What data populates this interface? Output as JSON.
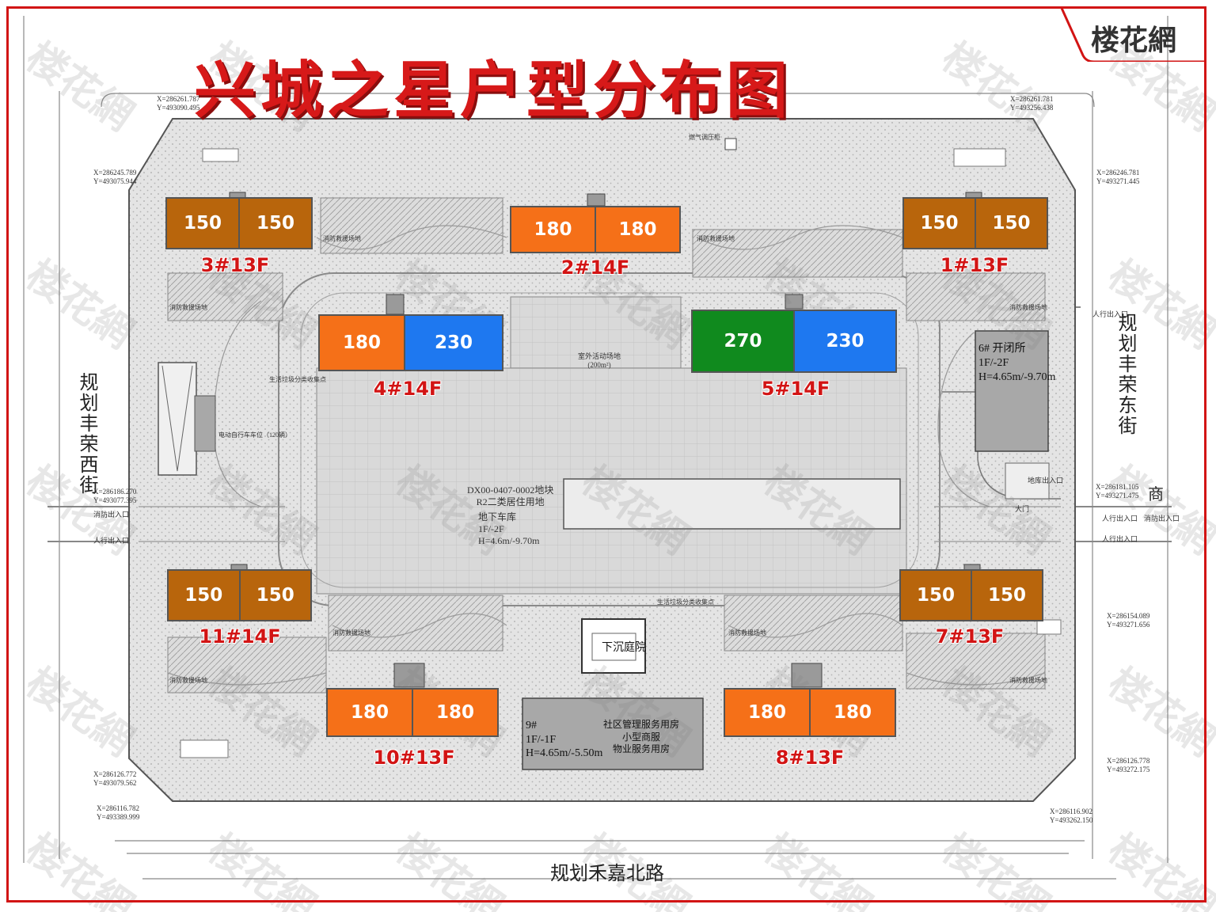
{
  "title": "兴城之星户型分布图",
  "logo": "楼花網",
  "watermark": "楼花網",
  "roads": {
    "west": "规划丰荣西街",
    "east": "规划丰荣东街",
    "south": "规划禾嘉北路",
    "east_short": "商"
  },
  "buildings": [
    {
      "name": "b3",
      "label": "3#13F",
      "units": [
        {
          "v": "150"
        },
        {
          "v": "150"
        }
      ]
    },
    {
      "name": "b2",
      "label": "2#14F",
      "units": [
        {
          "v": "180"
        },
        {
          "v": "180"
        }
      ]
    },
    {
      "name": "b1",
      "label": "1#13F",
      "units": [
        {
          "v": "150"
        },
        {
          "v": "150"
        }
      ]
    },
    {
      "name": "b4",
      "label": "4#14F",
      "units": [
        {
          "v": "180"
        },
        {
          "v": "230"
        }
      ]
    },
    {
      "name": "b5",
      "label": "5#14F",
      "units": [
        {
          "v": "270"
        },
        {
          "v": "230"
        }
      ]
    },
    {
      "name": "b11",
      "label": "11#14F",
      "units": [
        {
          "v": "150"
        },
        {
          "v": "150"
        }
      ]
    },
    {
      "name": "b7",
      "label": "7#13F",
      "units": [
        {
          "v": "150"
        },
        {
          "v": "150"
        }
      ]
    },
    {
      "name": "b10",
      "label": "10#13F",
      "units": [
        {
          "v": "180"
        },
        {
          "v": "180"
        }
      ]
    },
    {
      "name": "b8",
      "label": "8#13F",
      "units": [
        {
          "v": "180"
        },
        {
          "v": "180"
        }
      ]
    }
  ],
  "colors": {
    "brown": "#b8650c",
    "orange": "#f57018",
    "blue": "#1e78f0",
    "green": "#108a1e",
    "frame_red": "#d21414"
  },
  "annotations": {
    "b6_text": "6# 开闭所\n1F/-2F\nH=4.65m/-9.70m",
    "b9_text": "9#\n1F/-1F\nH=4.65m/-5.50m",
    "b9_uses": "社区管理服务用房\n小型商服\n物业服务用房",
    "sunken_court": "下沉庭院",
    "plot_text": "DX00-0407-0002地块\nR2二类居住用地",
    "garage_text": "地下车库\n1F/-2F\nH=4.6m/-9.70m",
    "coord_nw": "X=286261.787\nY=493090.495",
    "coord_ne": "X=286261.781\nY=493256.438",
    "coord_w1": "X=286245.789\nY=493075.944",
    "coord_e1": "X=286246.781\nY=493271.445",
    "coord_w2": "X=286186.270\nY=493077.395",
    "coord_e2": "X=286181.105\nY=493271.475",
    "coord_e3": "X=286154.089\nY=493271.656",
    "coord_sw": "X=286126.772\nY=493079.562",
    "coord_se": "X=286126.778\nY=493272.175",
    "coord_sw2": "X=286116.782\nY=493389.999",
    "coord_se2": "X=286116.902\nY=493262.150",
    "fire_entry": "消防出入口",
    "ped_entry": "人行出入口",
    "veh_entry": "地库出入口",
    "gate": "大门",
    "fire_site": "消防救援场地",
    "garbage": "生活垃圾分类收集点",
    "bike": "电动自行车车位（120辆）",
    "activity": "室外活动场地\n(200m²)",
    "gas": "燃气调压柜"
  }
}
